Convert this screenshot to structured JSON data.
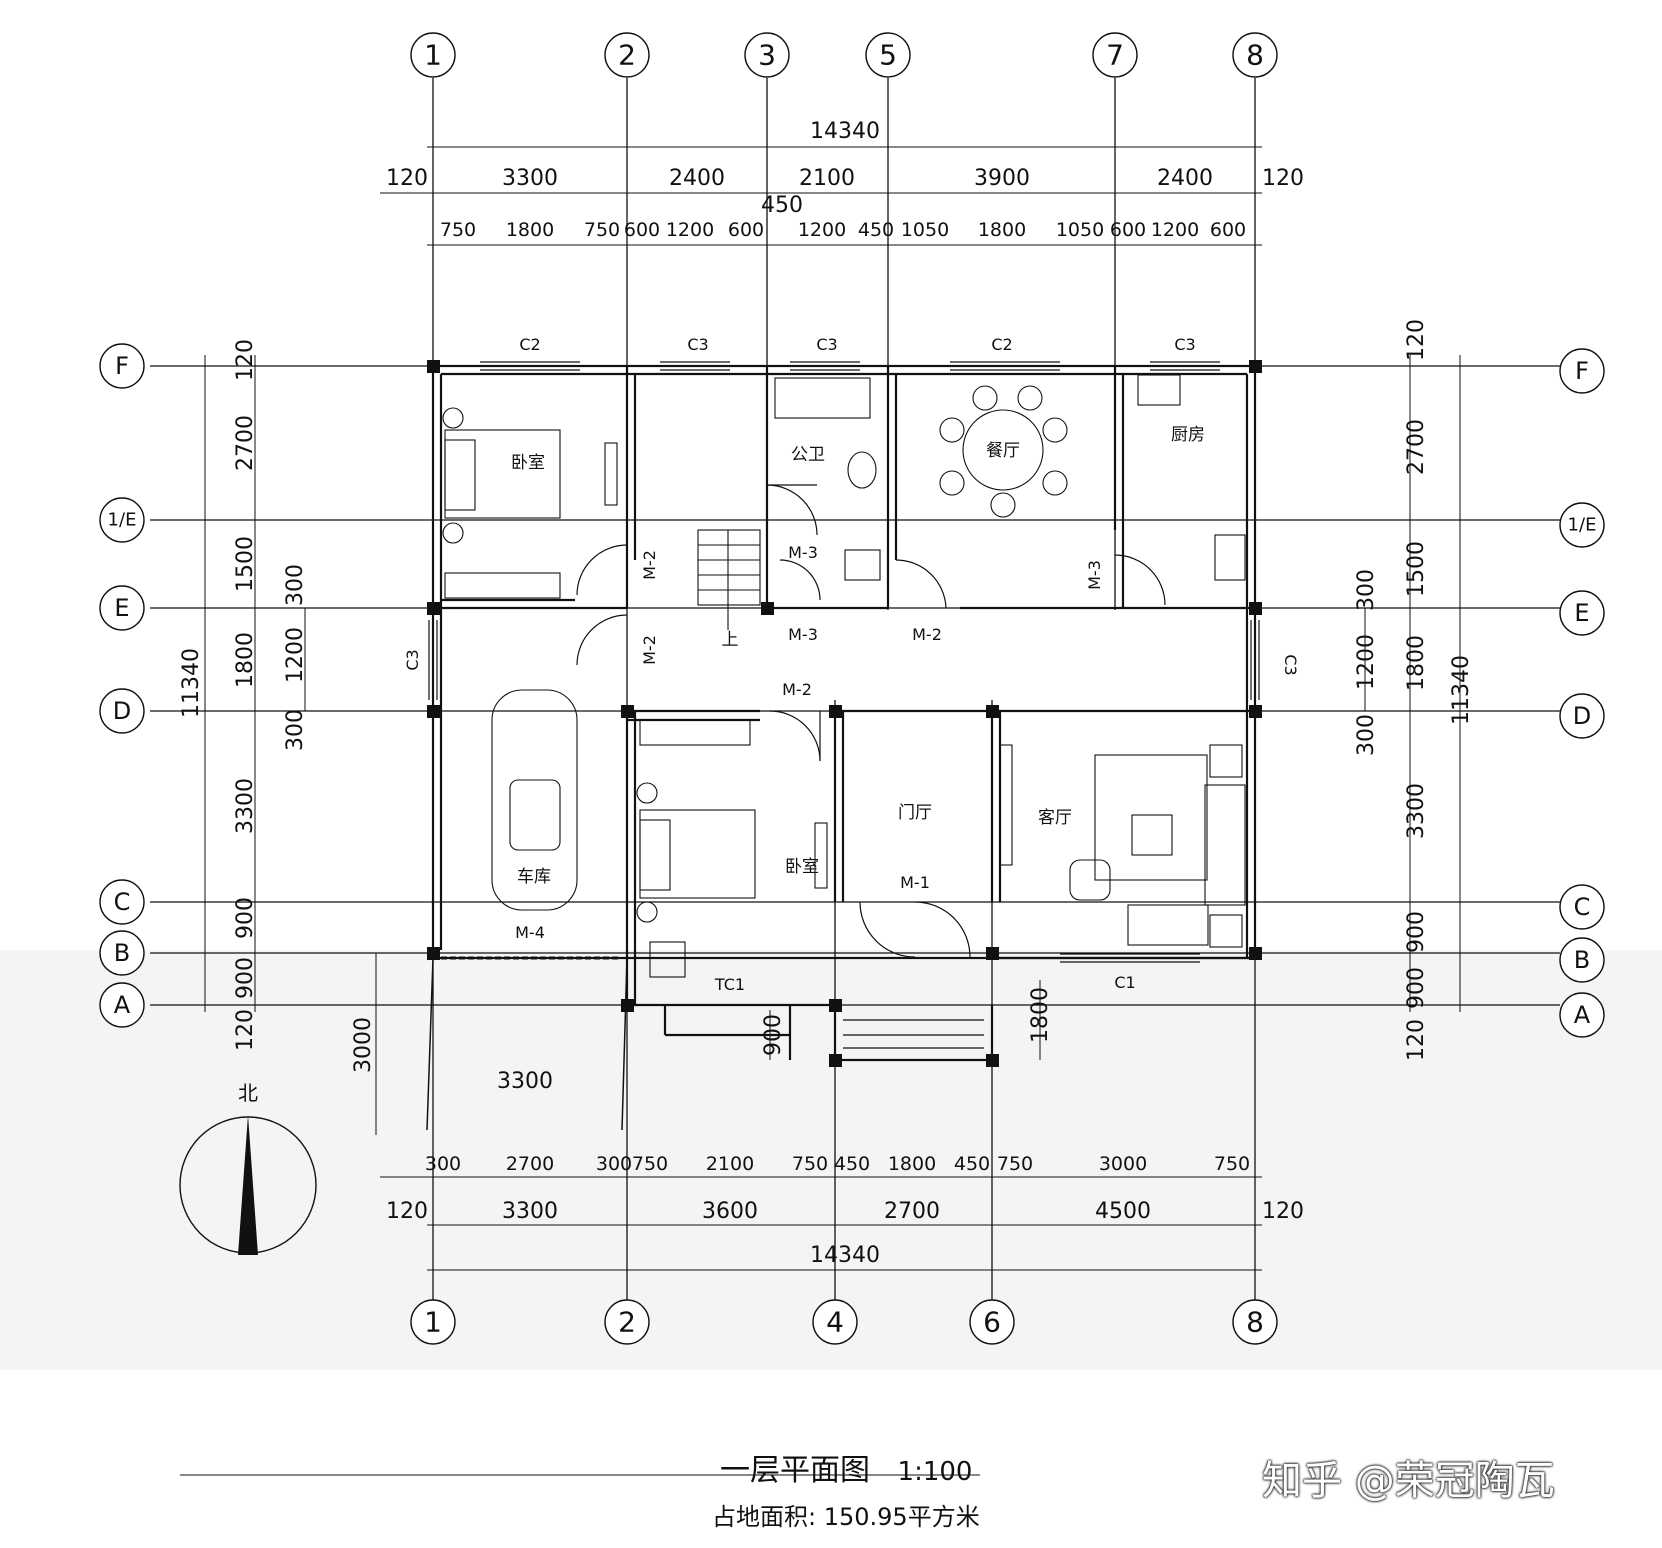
{
  "axes": {
    "top": [
      "1",
      "2",
      "3",
      "5",
      "7",
      "8"
    ],
    "bottom": [
      "1",
      "2",
      "4",
      "6",
      "8"
    ],
    "rows": [
      "F",
      "1/E",
      "E",
      "D",
      "C",
      "B",
      "A"
    ]
  },
  "dims": {
    "top_total": "14340",
    "top_row1": [
      "120",
      "3300",
      "2400",
      "2100",
      "3900",
      "2400",
      "120"
    ],
    "top_extra": "450",
    "top_row2": [
      "750",
      "1800",
      "750",
      "600",
      "1200",
      "600",
      "1200",
      "450",
      "1050",
      "1800",
      "1050",
      "600",
      "1200",
      "600"
    ],
    "bottom_row1": [
      "300",
      "2700",
      "300",
      "750",
      "2100",
      "750",
      "450",
      "1800",
      "450",
      "750",
      "3000",
      "750"
    ],
    "bottom_row2": [
      "120",
      "3300",
      "3600",
      "2700",
      "4500",
      "120"
    ],
    "bottom_total": "14340",
    "left_outer": [
      "120",
      "2700",
      "1500",
      "1800",
      "3300",
      "900",
      "900",
      "120"
    ],
    "left_inner": [
      "300",
      "1200",
      "300"
    ],
    "left_total": "11340",
    "right_outer": [
      "120",
      "2700",
      "1500",
      "1800",
      "3300",
      "900",
      "900",
      "120"
    ],
    "right_inner": [
      "300",
      "1200",
      "300"
    ],
    "right_total": "11340",
    "garage_width": "3300",
    "garage_depth": "3000",
    "step_900": "900",
    "porch_1800": "1800"
  },
  "rooms": {
    "bedroom1": "卧室",
    "public_wc": "公卫",
    "dining": "餐厅",
    "kitchen": "厨房",
    "garage": "车库",
    "bedroom2": "卧室",
    "foyer": "门厅",
    "living": "客厅",
    "stair_up": "上"
  },
  "labels": {
    "win_c2_a": "C2",
    "win_c3_a": "C3",
    "win_c3_b": "C3",
    "win_c2_b": "C2",
    "win_c3_c": "C3",
    "win_c3_left": "C3",
    "win_c3_right": "C3",
    "win_c1": "C1",
    "door_m2_a": "M-2",
    "door_m2_b": "M-2",
    "door_m2_c": "M-2",
    "door_m2_d": "M-2",
    "door_m3_a": "M-3",
    "door_m3_b": "M-3",
    "door_m3_c": "M-3",
    "door_m1": "M-1",
    "door_m4": "M-4",
    "tc1": "TC1"
  },
  "north": "北",
  "title": "一层平面图",
  "scale": "1:100",
  "area": "占地面积: 150.95平方米",
  "watermark": "知乎 @荣冠陶瓦",
  "colors": {
    "line": "#111111",
    "paper": "#ffffff",
    "shade": "#f3f3f3"
  }
}
